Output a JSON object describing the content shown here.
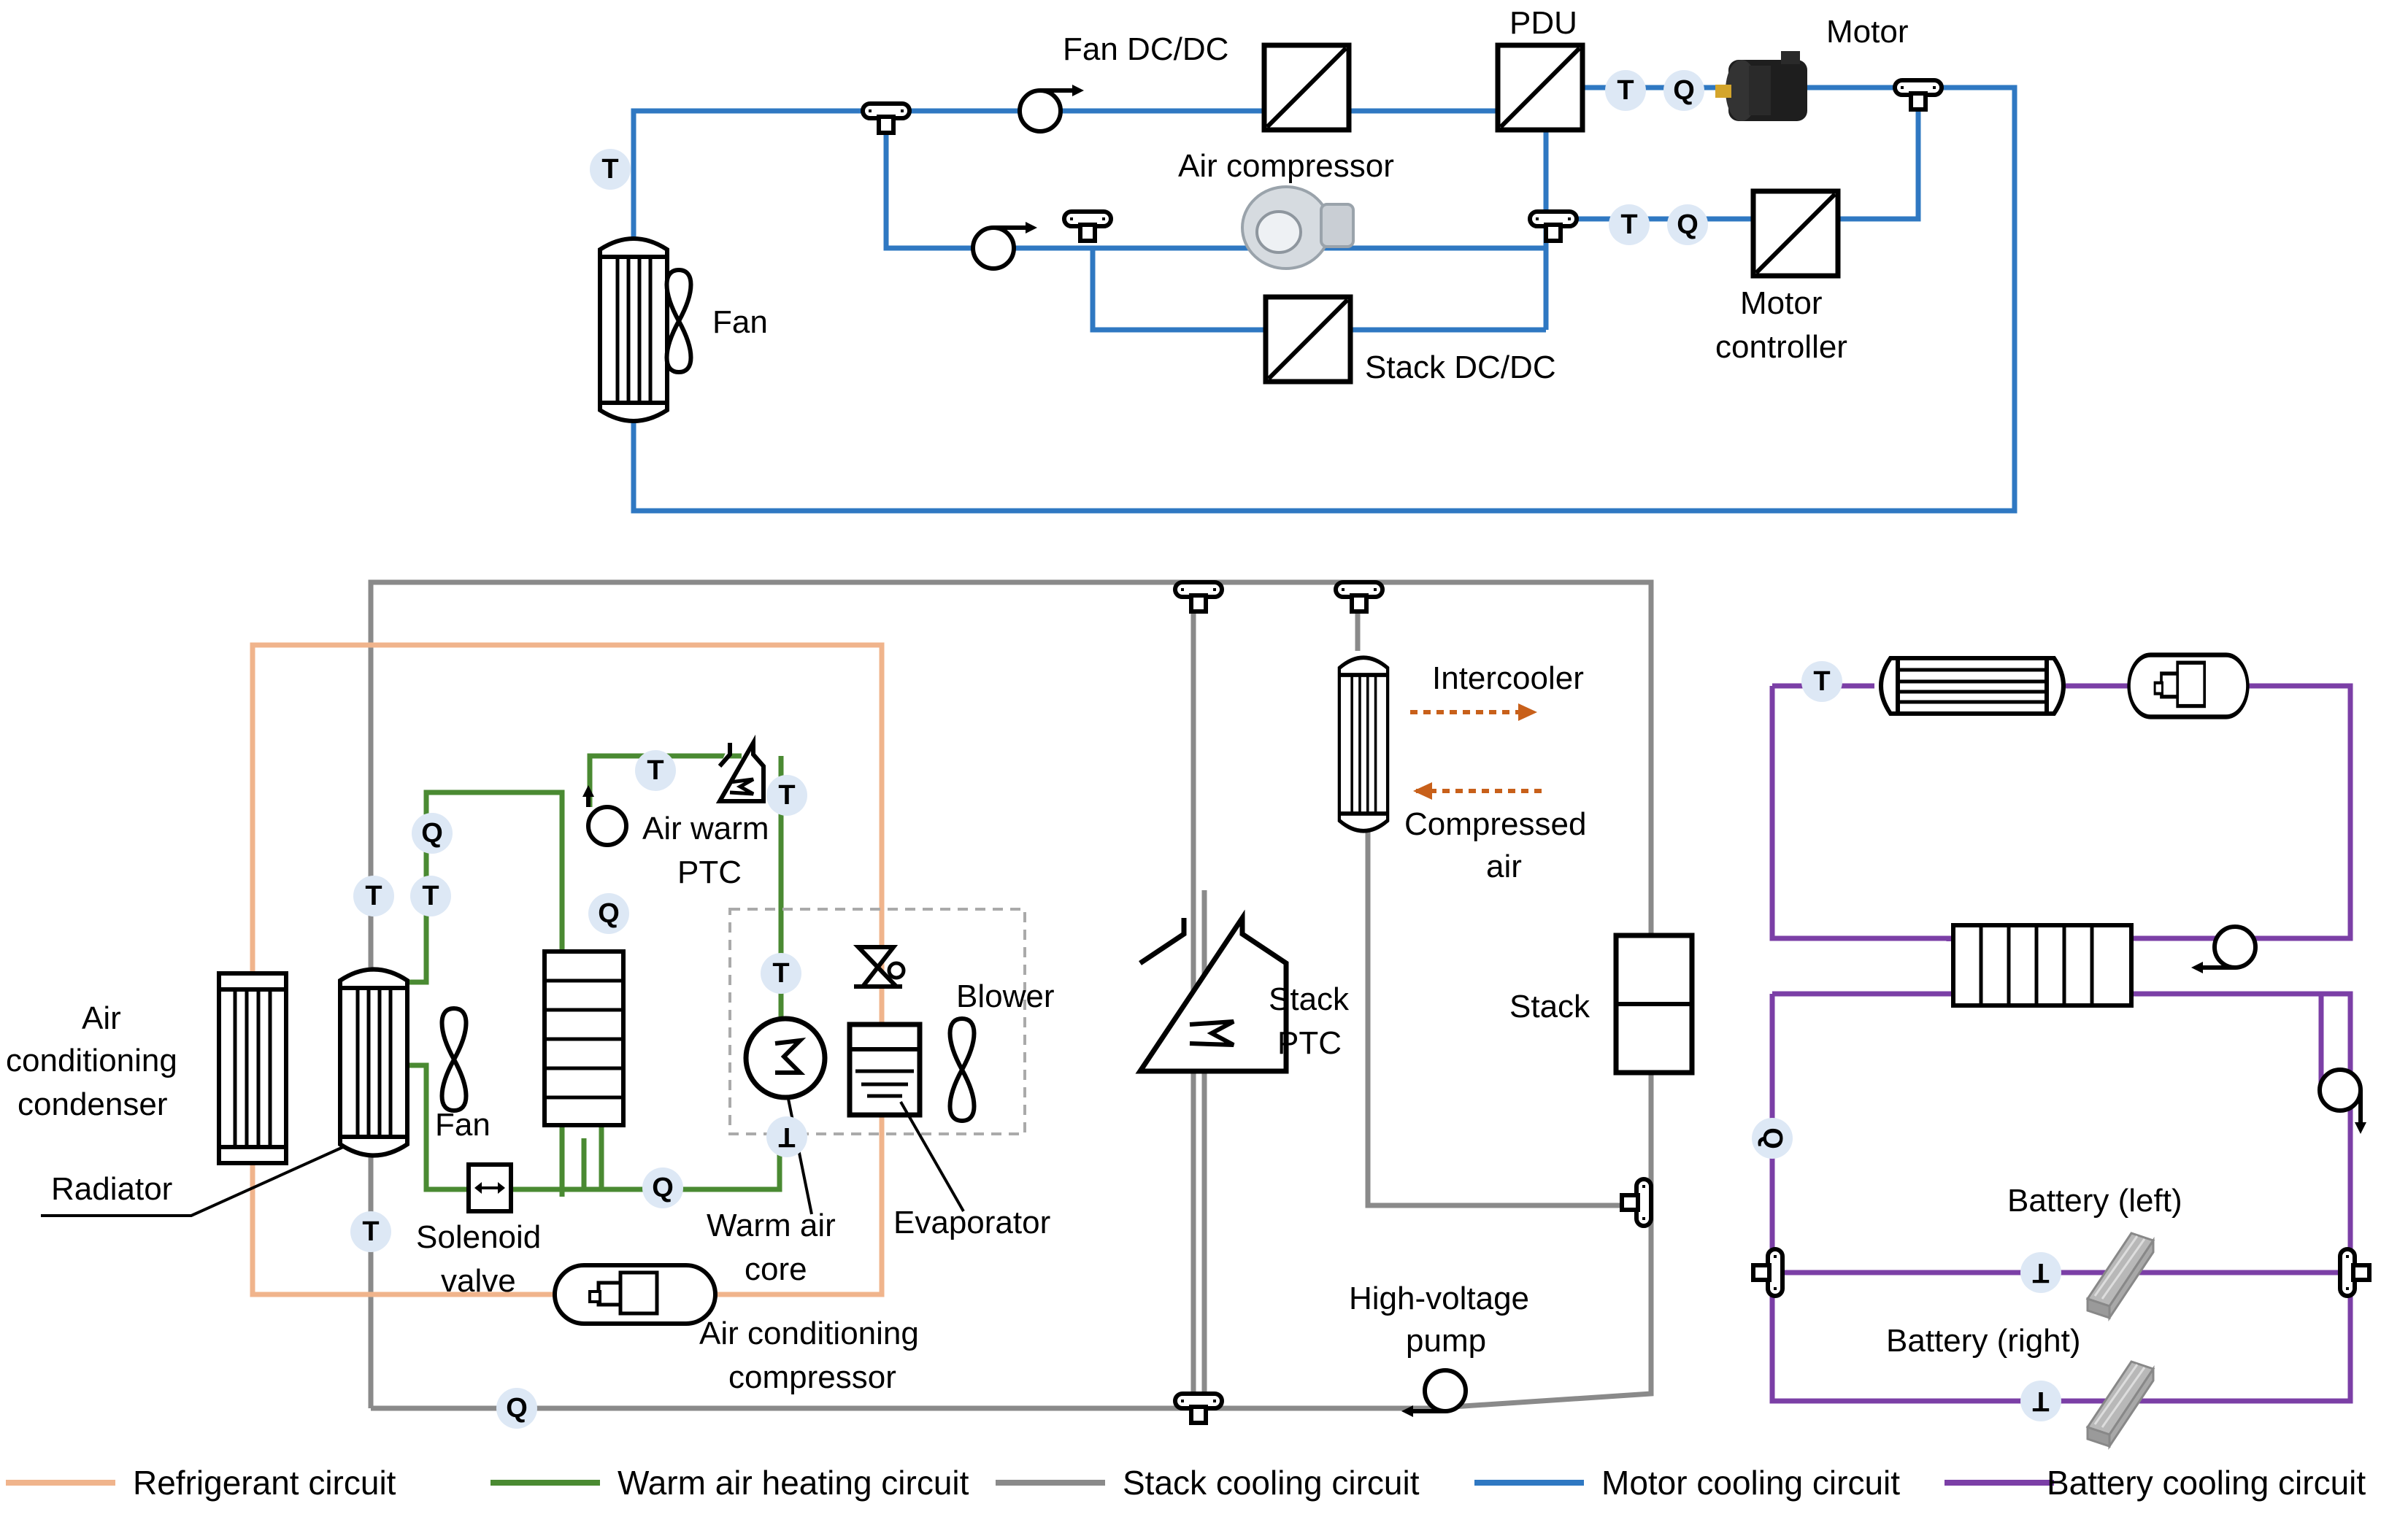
{
  "colors": {
    "refrigerant": "#f0b48c",
    "warm_air": "#4a8a32",
    "stack": "#8a8a8a",
    "motor": "#2f78c2",
    "battery": "#7b3fa6",
    "sensor_fill": "#dde8f5",
    "airflow": "#c8601a"
  },
  "motor_circuit": {
    "fan_dcdc": "Fan DC/DC",
    "pdu": "PDU",
    "motor": "Motor",
    "air_compressor": "Air compressor",
    "fan": "Fan",
    "stack_dcdc": "Stack DC/DC",
    "motor_controller_l1": "Motor",
    "motor_controller_l2": "controller"
  },
  "stack_circuit": {
    "intercooler": "Intercooler",
    "compressed_air_l1": "Compressed",
    "compressed_air_l2": "air",
    "stack": "Stack",
    "stack_ptc_l1": "Stack",
    "stack_ptc_l2": "PTC",
    "hv_pump_l1": "High-voltage",
    "hv_pump_l2": "pump"
  },
  "hvac": {
    "ac_condenser_l1": "Air",
    "ac_condenser_l2": "conditioning",
    "ac_condenser_l3": "condenser",
    "radiator": "Radiator",
    "fan": "Fan",
    "solenoid_l1": "Solenoid",
    "solenoid_l2": "valve",
    "air_warm_ptc_l1": "Air warm",
    "air_warm_ptc_l2": "PTC",
    "blower": "Blower",
    "warm_air_core_l1": "Warm air",
    "warm_air_core_l2": "core",
    "evaporator": "Evaporator",
    "ac_compressor_l1": "Air conditioning",
    "ac_compressor_l2": "compressor"
  },
  "battery_circuit": {
    "battery_left": "Battery (left)",
    "battery_right": "Battery (right)"
  },
  "sensors": {
    "t": "T",
    "q": "Q"
  },
  "legend": [
    {
      "label": "Refrigerant circuit",
      "color_key": "refrigerant"
    },
    {
      "label": "Warm air heating circuit",
      "color_key": "warm_air"
    },
    {
      "label": "Stack cooling circuit",
      "color_key": "stack"
    },
    {
      "label": "Motor cooling circuit",
      "color_key": "motor"
    },
    {
      "label": "Battery cooling circuit",
      "color_key": "battery"
    }
  ]
}
